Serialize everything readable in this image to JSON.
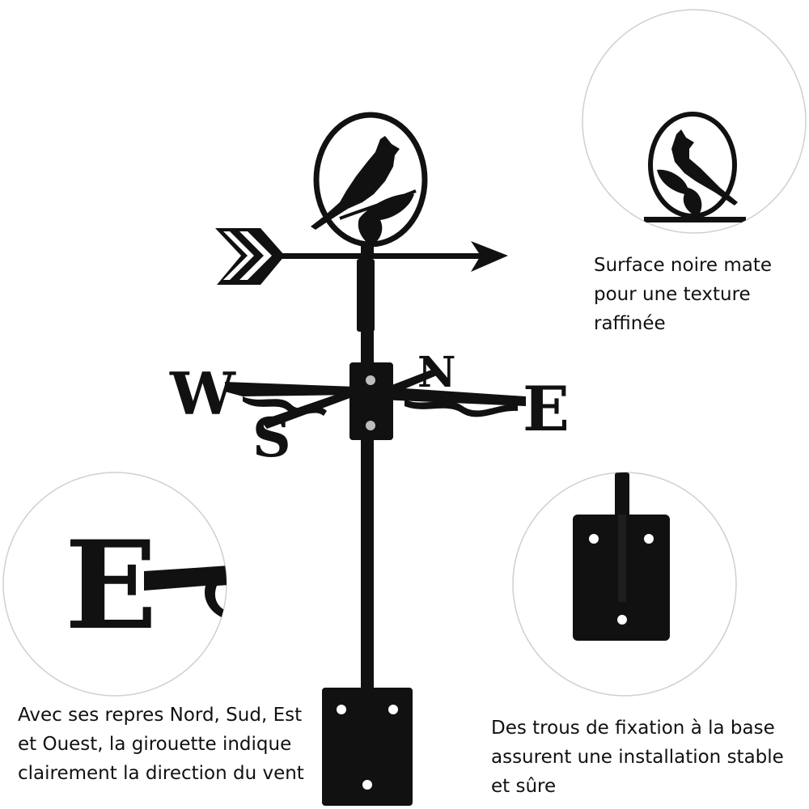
{
  "captions": {
    "top_right": "Surface noire mate pour une texture raffinée",
    "bottom_left": "Avec ses repres Nord, Sud, Est et Ouest, la girouette indique clairement la direction du vent",
    "bottom_right": "Des trous de fixation à la base assurent une installation stable et sûre"
  },
  "compass": {
    "west": "W",
    "south": "S",
    "north": "N",
    "east": "E"
  },
  "zoom_letter": "E",
  "colors": {
    "metal": "#111111",
    "circle_border": "#d0d0d0",
    "background": "#ffffff",
    "text": "#111111"
  }
}
